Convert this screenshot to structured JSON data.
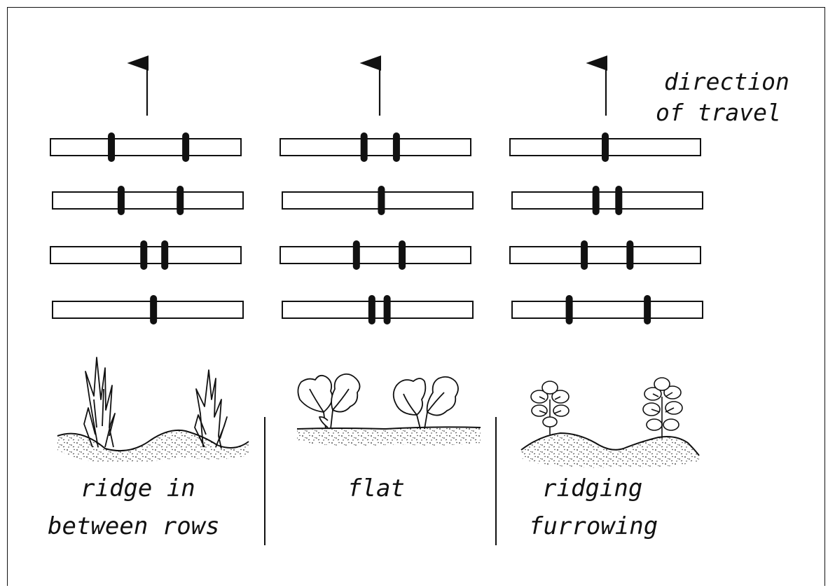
{
  "direction_label": {
    "line1": "direction",
    "line2": "of travel"
  },
  "panels": [
    {
      "label_line1": "ridge in",
      "label_line2": "between rows",
      "tine_rows": [
        [
          0.32,
          0.71
        ],
        [
          0.36,
          0.67
        ],
        [
          0.49,
          0.6
        ],
        [
          0.53
        ]
      ],
      "crop": "corn"
    },
    {
      "label_line1": "flat",
      "label_line2": "",
      "tine_rows": [
        [
          0.44,
          0.61
        ],
        [
          0.52
        ],
        [
          0.4,
          0.64
        ],
        [
          0.47,
          0.55
        ]
      ],
      "crop": "leafy"
    },
    {
      "label_line1": "ridging",
      "label_line2": "furrowing",
      "tine_rows": [
        [
          0.5
        ],
        [
          0.44,
          0.56
        ],
        [
          0.39,
          0.63
        ],
        [
          0.3,
          0.71
        ]
      ],
      "crop": "bush"
    }
  ],
  "colors": {
    "ink": "#111111",
    "paper": "#ffffff"
  }
}
